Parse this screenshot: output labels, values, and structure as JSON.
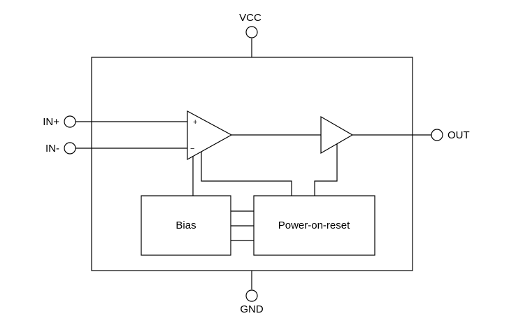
{
  "pins": {
    "vcc": "VCC",
    "gnd": "GND",
    "in_plus": "IN+",
    "in_minus": "IN-",
    "out": "OUT"
  },
  "blocks": {
    "bias": "Bias",
    "power_on_reset": "Power-on-reset"
  },
  "amplifier": {
    "plus_symbol": "+",
    "minus_symbol": "−"
  },
  "colors": {
    "stroke": "#000000",
    "background": "#ffffff"
  }
}
